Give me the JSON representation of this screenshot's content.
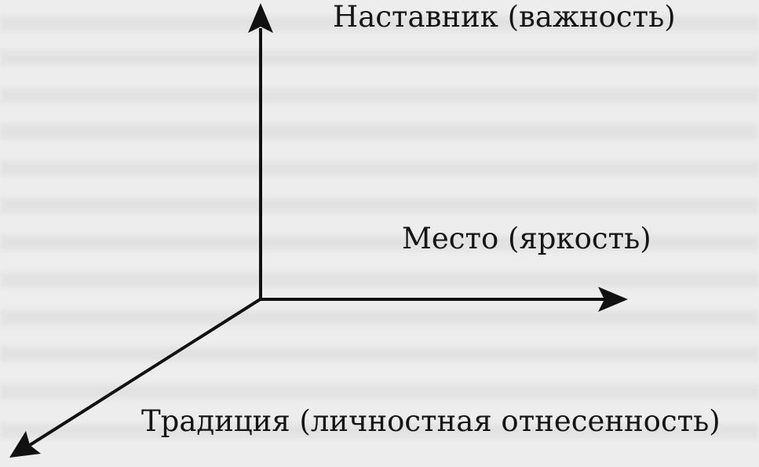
{
  "axes": {
    "vertical_label": "Наставник (важность)",
    "horizontal_label": "Место (яркость)",
    "diagonal_label": "Традиция (личностная отнесенность)"
  },
  "colors": {
    "background": "#ededed",
    "axis": "#111111",
    "text": "#151515"
  }
}
